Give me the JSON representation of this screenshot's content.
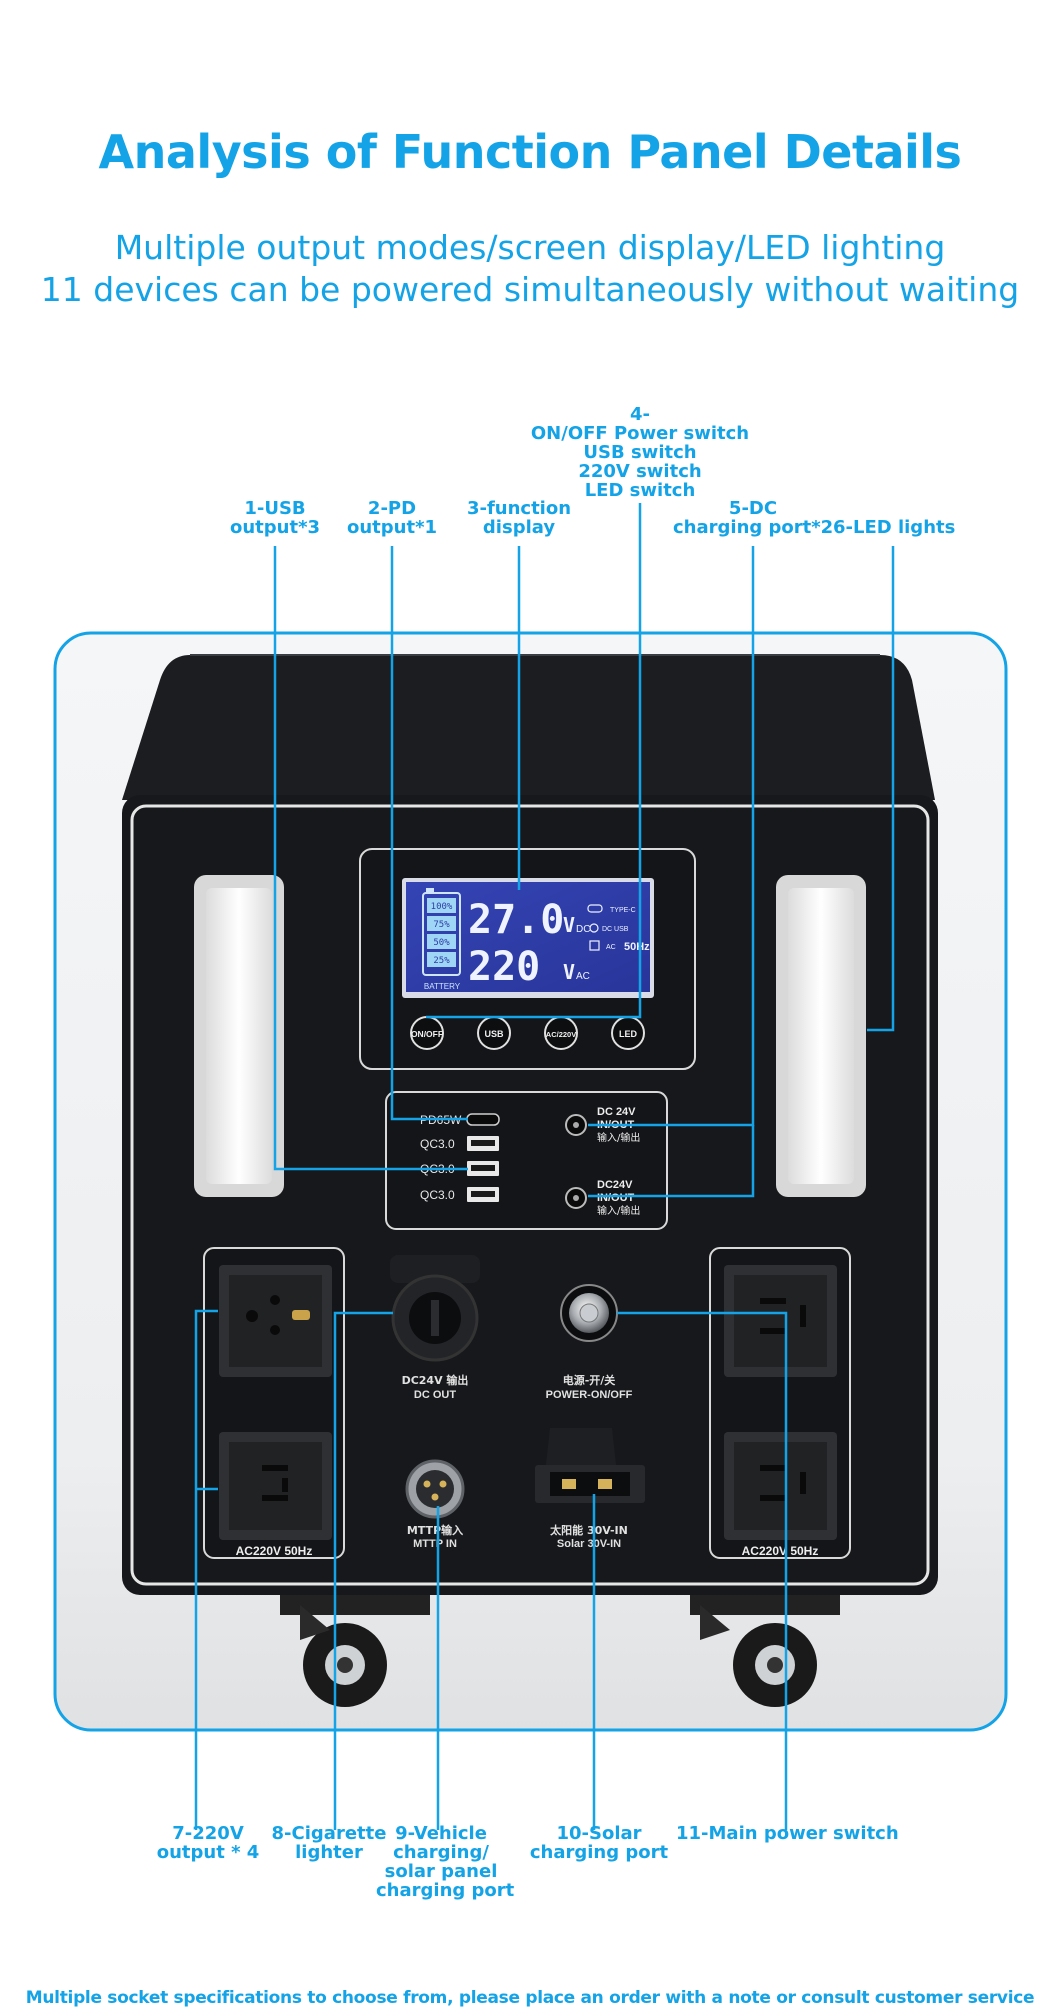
{
  "header": {
    "title": "Analysis of Function Panel Details",
    "subtitle_line1": "Multiple output modes/screen display/LED lighting",
    "subtitle_line2": "11 devices can be powered simultaneously without waiting"
  },
  "top_labels": {
    "l1": [
      "1-USB",
      "output*3"
    ],
    "l2": [
      "2-PD",
      "output*1"
    ],
    "l3": [
      "3-function",
      "display"
    ],
    "l4": [
      "4-",
      "ON/OFF Power switch",
      "USB switch",
      "220V switch",
      "LED switch"
    ],
    "l5": [
      "5-DC",
      "charging port*2"
    ],
    "l6": [
      "6-LED lights"
    ]
  },
  "bottom_labels": {
    "l7": [
      "7-220V",
      "output * 4"
    ],
    "l8": [
      "8-Cigarette",
      "lighter"
    ],
    "l9": [
      "9-Vehicle",
      "charging/",
      "solar panel",
      "charging port"
    ],
    "l10": [
      "10-Solar",
      "charging port"
    ],
    "l11": [
      "11-Main power switch"
    ]
  },
  "display": {
    "battery_levels": [
      "100%",
      "75%",
      "50%",
      "25%"
    ],
    "battery_caption": "BATTERY",
    "dc_value": "27.0",
    "dc_unit": "V",
    "dc_suffix": "DC",
    "ac_value": "220",
    "ac_unit": "V",
    "ac_suffix": "AC",
    "type_c_label": "TYPE-C",
    "dc_usb_label": "DC USB",
    "ac_label": "AC",
    "hz_label": "50Hz"
  },
  "buttons": [
    "ON/OFF",
    "USB",
    "AC/220V",
    "LED"
  ],
  "ports": {
    "pd": "PD65W",
    "qc": [
      "QC3.0",
      "QC3.0",
      "QC3.0"
    ],
    "dc1_line1": "DC 24V",
    "dc1_line2": "IN/OUT",
    "dc1_line3": "输入/输出",
    "dc2_line1": "DC24V",
    "dc2_line2": "IN/OUT",
    "dc2_line3": "输入/输出",
    "cig_line1": "DC24V 输出",
    "cig_line2": "DC OUT",
    "power_line1": "电源-开/关",
    "power_line2": "POWER-ON/OFF",
    "mttp_line1": "MTTP输入",
    "mttp_line2": "MTTP IN",
    "solar_line1": "太阳能 30V-IN",
    "solar_line2": "Solar 30V-IN",
    "ac_left": "AC220V 50Hz",
    "ac_right": "AC220V 50Hz"
  },
  "footer": "Multiple socket specifications to choose from, please place an order with a note or consult customer service",
  "colors": {
    "accent": "#13a3e6",
    "body": "#16181b",
    "lcd": "#2f3ea8"
  }
}
